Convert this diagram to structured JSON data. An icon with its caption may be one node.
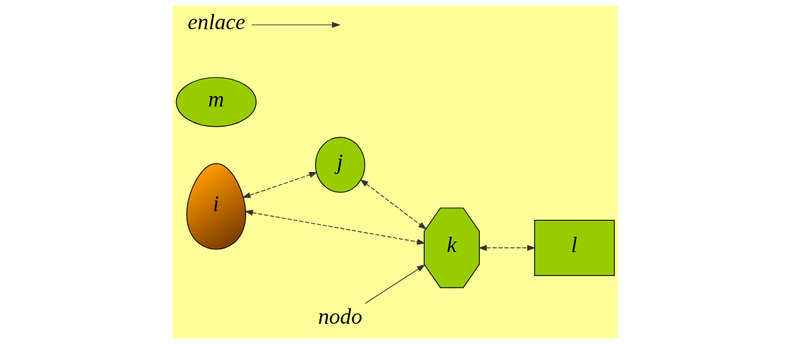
{
  "diagram": {
    "nodes": [
      {
        "text": [
          "i"
        ]
      },
      {
        "text": [
          "j"
        ]
      },
      {
        "text": [
          "k"
        ]
      },
      {
        "text": [
          "l"
        ]
      },
      {
        "text": [
          "m"
        ]
      },
      {
        "text": [
          "nodo"
        ]
      },
      {
        "text": [
          "enlace"
        ]
      }
    ],
    "edges": [
      {
        "from": 0,
        "to": 1,
        "arrow": "both",
        "style": "dashed"
      },
      {
        "from": 1,
        "to": 2,
        "arrow": "both",
        "style": "dashed"
      },
      {
        "from": 0,
        "to": 2,
        "arrow": "both",
        "style": "dashed"
      },
      {
        "from": 2,
        "to": 3,
        "arrow": "both",
        "style": "dashed"
      },
      {
        "from": 5,
        "to": 2,
        "arrow": "to"
      },
      {
        "from": 6,
        "to": null,
        "arrow": "to"
      }
    ]
  }
}
